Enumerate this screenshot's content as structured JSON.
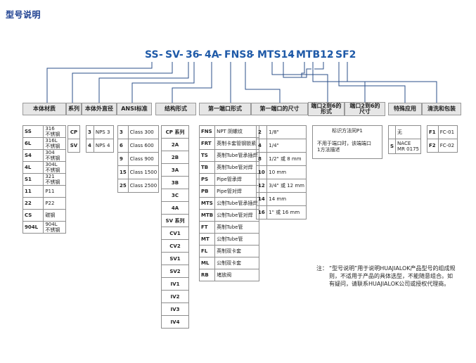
{
  "title": "型号说明",
  "code_parts": [
    "SS",
    "-",
    "SV",
    "-",
    "36",
    "-",
    "4A",
    "-",
    "FNS8",
    "-",
    "MTS14",
    "-",
    "MTB12",
    "-",
    "SF2"
  ],
  "headers": {
    "material": "本体材质",
    "series": "系列",
    "body_od": "本体外直径",
    "ansi": "ANSI标准",
    "structure": "结构形式",
    "end1_form": "第一端口形式",
    "end1_size": "第一端口的尺寸",
    "end26_form": [
      "端口2到6的",
      "形式"
    ],
    "end26_size": [
      "端口2到6的",
      "尺寸"
    ],
    "special": "特殊应用",
    "cleaning": "清洗和包装"
  },
  "material": [
    {
      "code": "SS",
      "desc": [
        "316",
        "不锈钢"
      ]
    },
    {
      "code": "6L",
      "desc": [
        "316L",
        "不锈钢"
      ]
    },
    {
      "code": "S4",
      "desc": [
        "304",
        "不锈钢"
      ]
    },
    {
      "code": "4L",
      "desc": [
        "304L",
        "不锈钢"
      ]
    },
    {
      "code": "S1",
      "desc": [
        "321",
        "不锈钢"
      ]
    },
    {
      "code": "11",
      "desc": [
        "P11"
      ]
    },
    {
      "code": "22",
      "desc": [
        "P22"
      ]
    },
    {
      "code": "CS",
      "desc": [
        "碳钢"
      ]
    },
    {
      "code": "904L",
      "desc": [
        "904L",
        "不锈钢"
      ]
    }
  ],
  "series": [
    "CP",
    "SV"
  ],
  "body_od": [
    {
      "code": "3",
      "desc": "NPS 3"
    },
    {
      "code": "4",
      "desc": "NPS 4"
    }
  ],
  "ansi": [
    {
      "code": "3",
      "desc": "Class 300"
    },
    {
      "code": "6",
      "desc": "Class 600"
    },
    {
      "code": "9",
      "desc": "Class 900"
    },
    {
      "code": "15",
      "desc": "Class 1500"
    },
    {
      "code": "25",
      "desc": "Class 2500"
    }
  ],
  "structure": [
    "CP 系列",
    "2A",
    "2B",
    "3A",
    "3B",
    "3C",
    "4A",
    "SV 系列",
    "CV1",
    "CV2",
    "SV1",
    "SV2",
    "IV1",
    "IV2",
    "IV3",
    "IV4"
  ],
  "end1_form": [
    {
      "code": "FNS",
      "desc": "NPT 阴螺纹"
    },
    {
      "code": "FRT",
      "desc": "英制卡套管钢锁紧"
    },
    {
      "code": "TS",
      "desc": "英制Tube管承插焊"
    },
    {
      "code": "TB",
      "desc": "英制Tube管对焊"
    },
    {
      "code": "PS",
      "desc": "Pipe管承焊"
    },
    {
      "code": "PB",
      "desc": "Pipe管对焊"
    },
    {
      "code": "MTS",
      "desc": "公制Tube管承插焊"
    },
    {
      "code": "MTB",
      "desc": "公制Tube管对焊"
    },
    {
      "code": "FT",
      "desc": "英制Tube管"
    },
    {
      "code": "MT",
      "desc": "公制Tube管"
    },
    {
      "code": "FL",
      "desc": "英制双卡套"
    },
    {
      "code": "ML",
      "desc": "公制双卡套"
    },
    {
      "code": "RB",
      "desc": "堵放阀"
    }
  ],
  "end1_size": [
    {
      "code": "2",
      "desc": "1/8\""
    },
    {
      "code": "4",
      "desc": "1/4\""
    },
    {
      "code": "8",
      "desc": "1/2\" 或 8 mm"
    },
    {
      "code": "10",
      "desc": "10 mm"
    },
    {
      "code": "12",
      "desc": "3/4\" 或 12 mm"
    },
    {
      "code": "14",
      "desc": "14 mm"
    },
    {
      "code": "16",
      "desc": "1\" 或 16 mm"
    }
  ],
  "end26_box": {
    "line1": "标识方法同P1",
    "line2": "不用于端口时，该端端口",
    "line3": "1方法描述"
  },
  "special": [
    {
      "code": "",
      "desc": [
        "无"
      ]
    },
    {
      "code": "S",
      "desc": [
        "NACE",
        "MR 0175"
      ]
    }
  ],
  "cleaning": [
    {
      "code": "F1",
      "desc": "FC-01"
    },
    {
      "code": "F2",
      "desc": "FC-02"
    }
  ],
  "note": {
    "label": "注：",
    "text": "“型号说明”用于说明HUAJIALOK产品型号的组成规则，不适用于产品的具体选型，不能随意组合。如有疑问，请联系HUAJIALOK公司或授权代理商。"
  },
  "colors": {
    "title": "#1a3d8f",
    "code": "#1f5aa8",
    "line": "#2b4f8a",
    "header_bg": "#e6e6e6"
  }
}
